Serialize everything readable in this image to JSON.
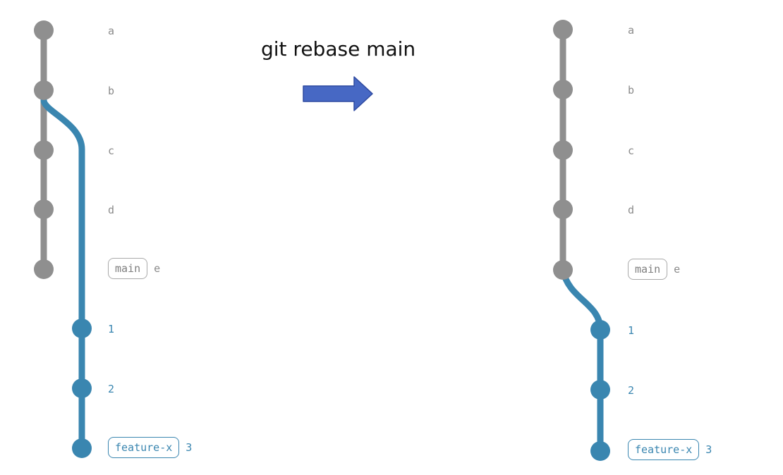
{
  "command": "git rebase main",
  "colors": {
    "main_gray": "#8f8f8f",
    "feature_blue": "#3a86b0",
    "arrow_fill": "#4768c4",
    "arrow_stroke": "#2f4aa0"
  },
  "before": {
    "main_commits": [
      "a",
      "b",
      "c",
      "d"
    ],
    "main_branch": {
      "name": "main",
      "commit": "e"
    },
    "feature_commits": [
      "1",
      "2"
    ],
    "feature_branch": {
      "name": "feature-x",
      "commit": "3"
    }
  },
  "after": {
    "main_commits": [
      "a",
      "b",
      "c",
      "d"
    ],
    "main_branch": {
      "name": "main",
      "commit": "e"
    },
    "feature_commits": [
      "1",
      "2"
    ],
    "feature_branch": {
      "name": "feature-x",
      "commit": "3"
    }
  }
}
